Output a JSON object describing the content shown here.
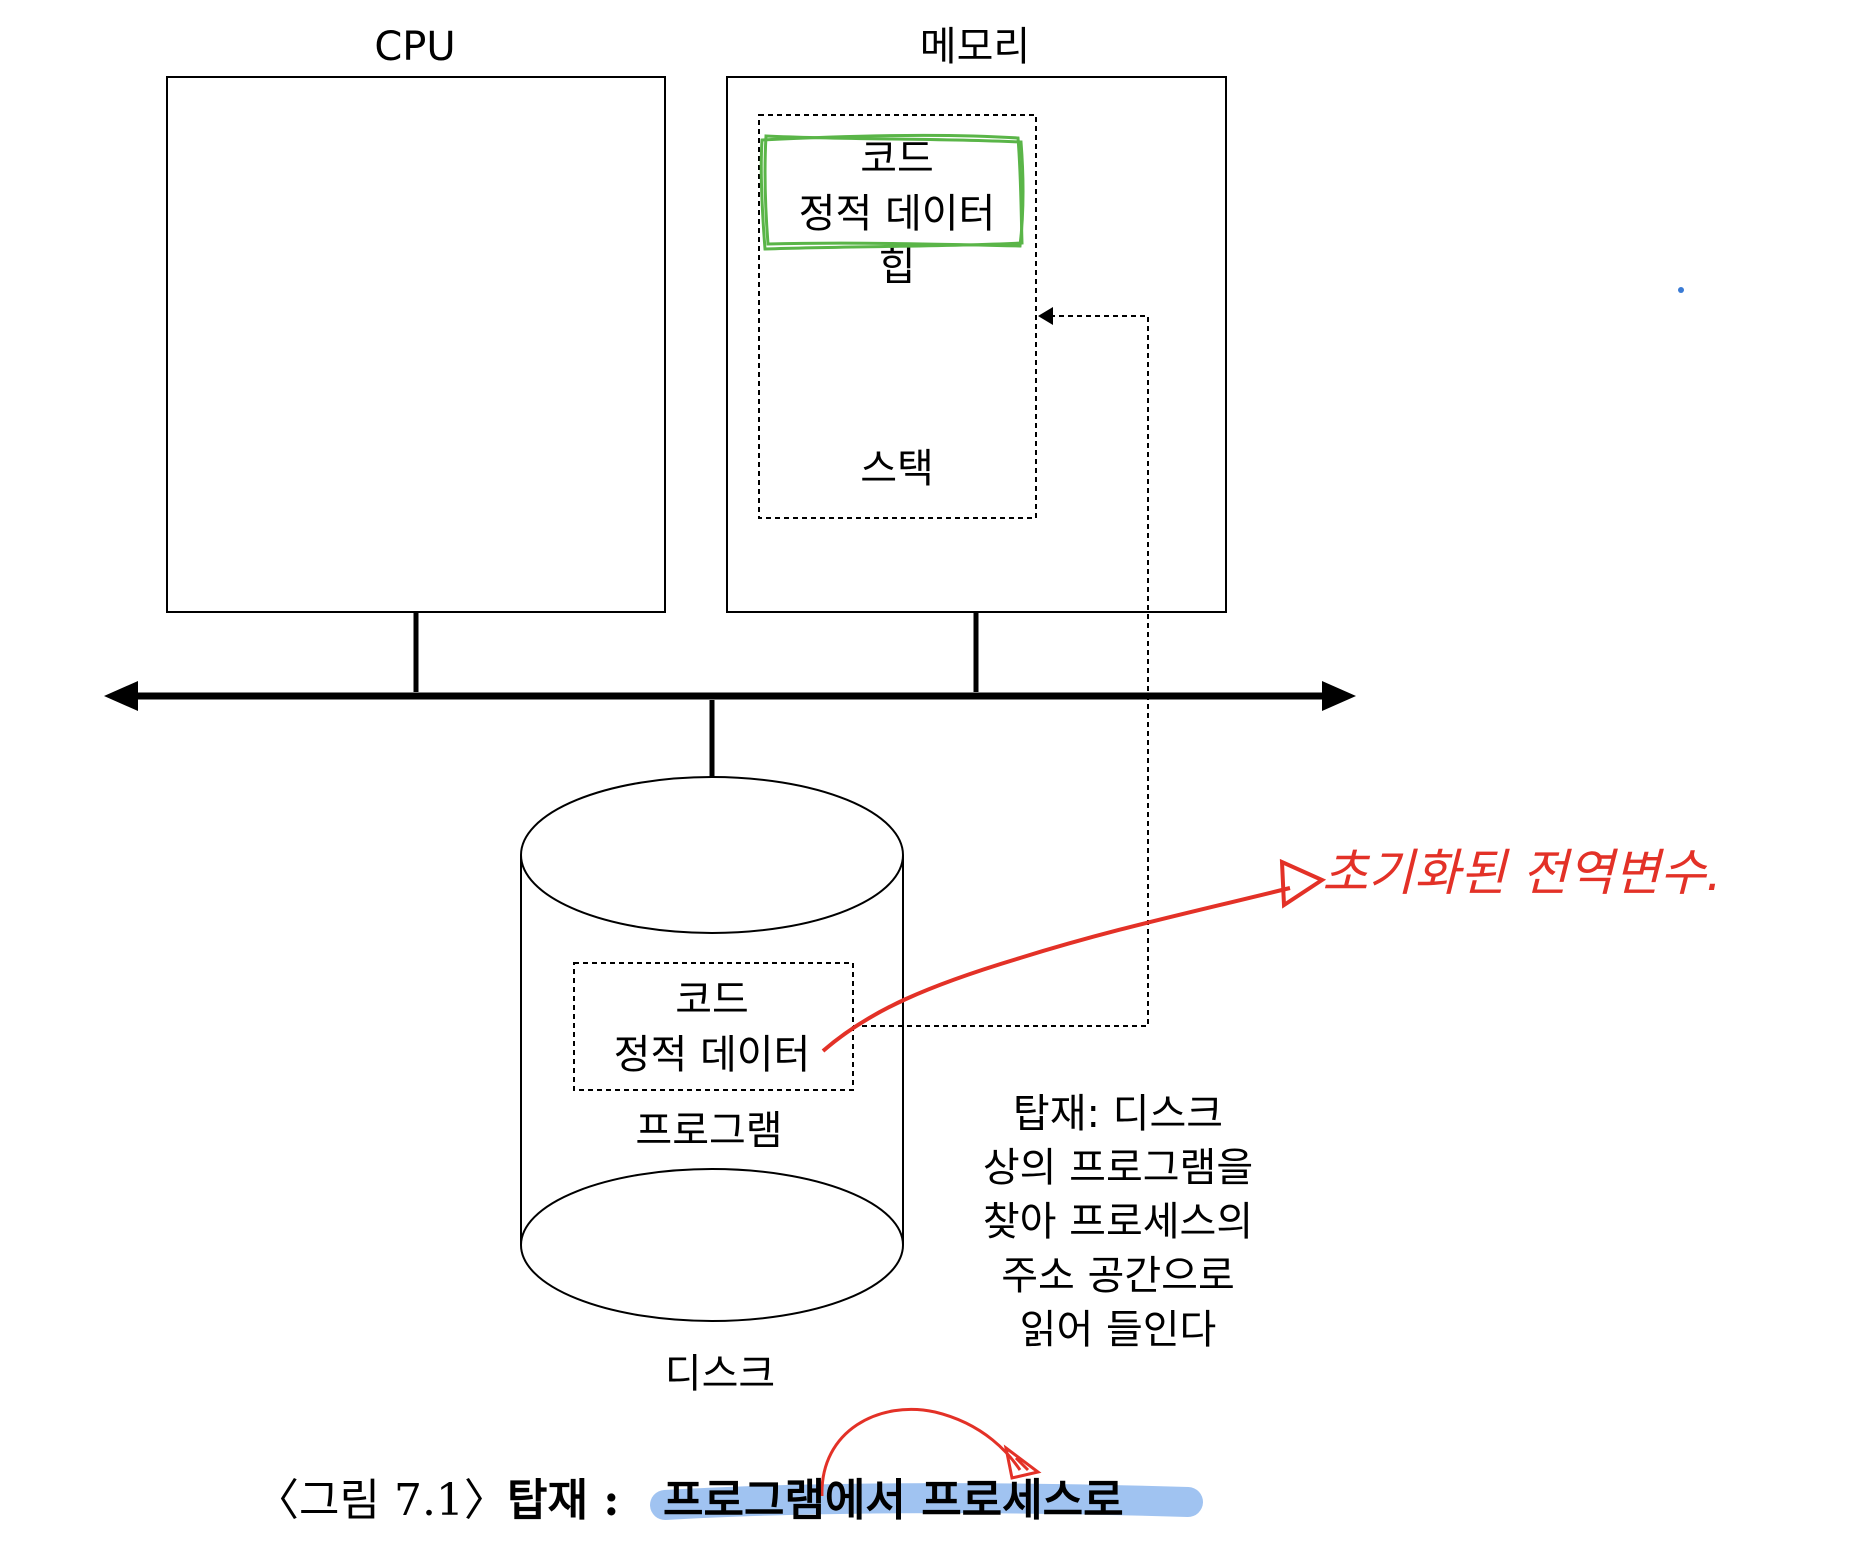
{
  "labels": {
    "cpu": "CPU",
    "memory": "메모리",
    "disk": "디스크",
    "program": "프로그램"
  },
  "memory_regions": {
    "code": "코드",
    "static_data": "정적 데이터",
    "heap": "힙",
    "stack": "스택"
  },
  "disk_regions": {
    "code": "코드",
    "static_data": "정적 데이터"
  },
  "explanation": [
    "탑재: 디스크",
    "상의 프로그램을",
    "찾아 프로세스의",
    "주소 공간으로",
    "읽어 들인다"
  ],
  "caption": {
    "prefix": "〈그림 7.1〉",
    "bold_title": "탑재 :",
    "highlighted": "프로그램에서 프로세스로"
  },
  "annotation": {
    "handwritten": "초기화된 전역변수."
  },
  "colors": {
    "line": "#000000",
    "annotation_red": "#e33127",
    "annotation_green": "#5ab548",
    "highlight_blue": "#8fb8ee",
    "dot_blue": "#3a7bd5"
  }
}
